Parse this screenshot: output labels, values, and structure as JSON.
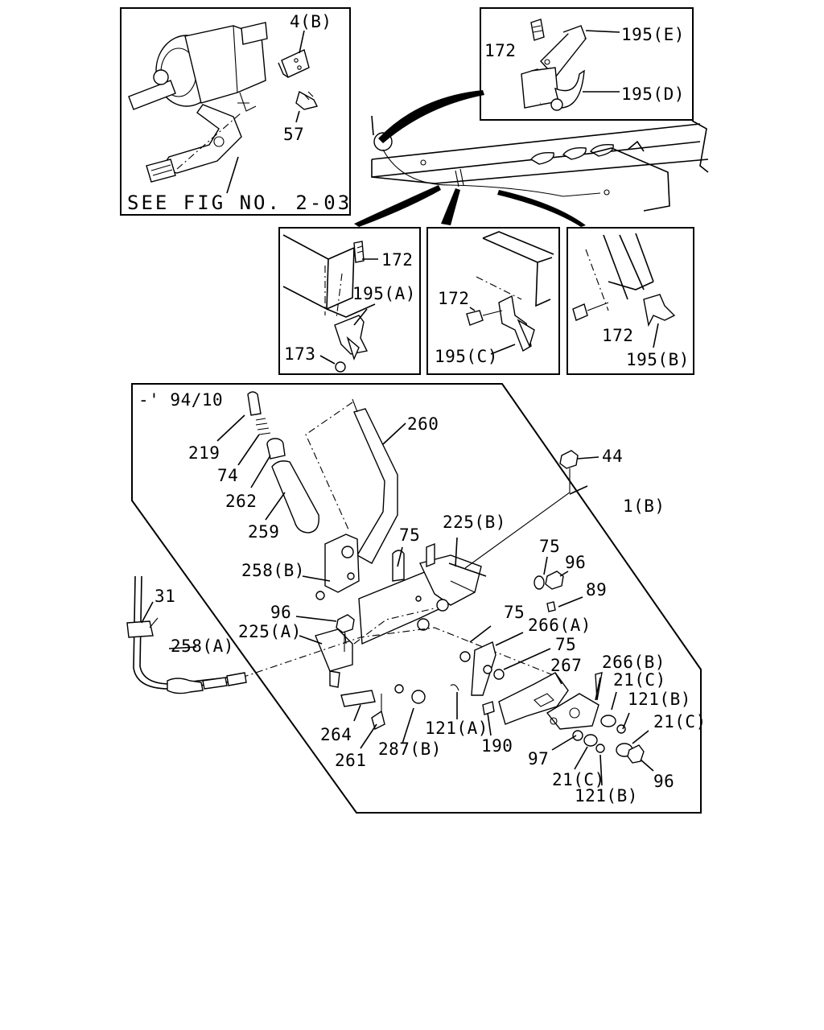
{
  "panels": {
    "master_cylinder": {
      "ref": "SEE FIG NO. 2-03",
      "labels": [
        "4(B)",
        "57"
      ]
    },
    "bracket_detail_e": {
      "labels": [
        "172",
        "195(E)",
        "195(D)"
      ]
    },
    "bracket_detail_a": {
      "labels": [
        "172",
        "195(A)",
        "173"
      ]
    },
    "bracket_detail_c": {
      "labels": [
        "172",
        "195(C)"
      ]
    },
    "bracket_detail_b": {
      "labels": [
        "172",
        "195(B)"
      ]
    }
  },
  "main_assembly": {
    "date_note": "-' 94/10",
    "labels": {
      "p219": "219",
      "p74": "74",
      "p262": "262",
      "p259": "259",
      "p260": "260",
      "p44": "44",
      "p1b": "1(B)",
      "p75a": "75",
      "p225b": "225(B)",
      "p75b": "75",
      "p96a": "96",
      "p89": "89",
      "p258b": "258(B)",
      "p31": "31",
      "p96b": "96",
      "p225a": "225(A)",
      "p258a": "258(A)",
      "p75c": "75",
      "p266a": "266(A)",
      "p75d": "75",
      "p267": "267",
      "p266b": "266(B)",
      "p21ca": "21(C)",
      "p121ba": "121(B)",
      "p21cb": "21(C)",
      "p264": "264",
      "p261": "261",
      "p287b": "287(B)",
      "p121a": "121(A)",
      "p190": "190",
      "p97": "97",
      "p21cc": "21(C)",
      "p96c": "96",
      "p121bb": "121(B)"
    }
  }
}
